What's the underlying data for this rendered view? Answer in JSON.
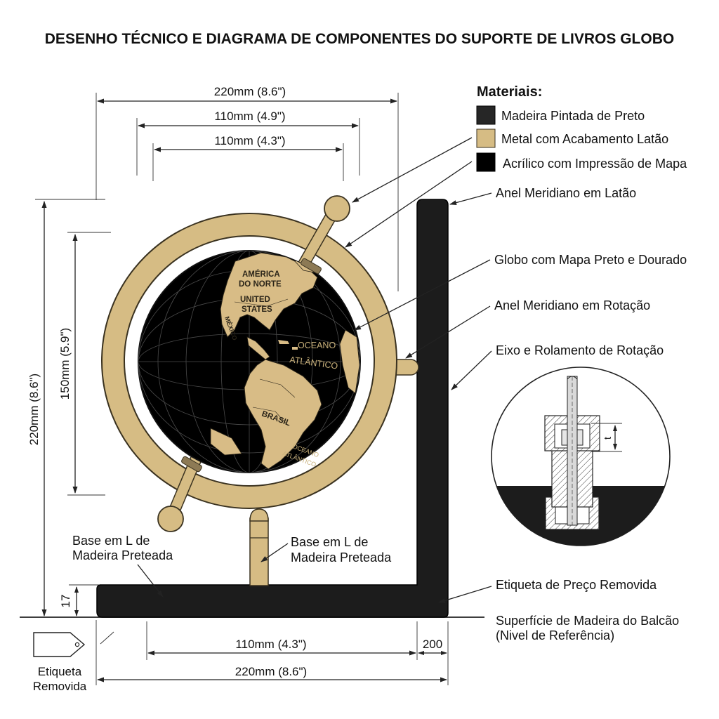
{
  "title": "DESENHO TÉCNICO E DIAGRAMA DE COMPONENTES DO SUPORTE DE LIVROS GLOBO",
  "colors": {
    "wood": "#1c1c1c",
    "brass": "#d6bc84",
    "brass_stroke": "#3a3220",
    "acrylic": "#000000",
    "land": "#d8bc86"
  },
  "dimensions": {
    "top_overall": "220mm (8.6\")",
    "top_mid": "110mm (4.9\")",
    "top_inner": "110mm (4.3\")",
    "left_overall": "220mm (8.6\")",
    "left_globe": "150mm (5.9\")",
    "base_thickness": "17",
    "bottom_inner": "110mm (4.3\")",
    "bottom_overall": "220mm (8.6\")",
    "bottom_right": "200"
  },
  "materials": {
    "heading": "Materiais:",
    "items": [
      {
        "label": "Madeira Pintada de Preto",
        "swatch": "#262626"
      },
      {
        "label": "Metal com Acabamento Latão",
        "swatch": "#d6bc84"
      },
      {
        "label": "Acrílico com Impressão de Mapa",
        "swatch": "#000000"
      }
    ]
  },
  "callouts": {
    "brass_meridian": "Anel Meridiano em Latão",
    "globe_map": "Globo com Mapa Preto e Dourado",
    "rotating_meridian": "Anel Meridiano em Rotação",
    "axle_bearing": "Eixo e Rolamento de Rotação",
    "price_tag": "Etiqueta de Preço Removida",
    "counter_surface_1": "Superfície de Madeira do Balcão",
    "counter_surface_2": "(Nivel de Referência)",
    "base_left_1": "Base em L de",
    "base_left_2": "Madeira Preteada",
    "base_mid_1": "Base em L de",
    "base_mid_2": "Madeira Preteada"
  },
  "tag": {
    "line1": "Etiqueta",
    "line2": "Removida"
  },
  "detail": {
    "dim_letter": "t"
  },
  "map_labels": {
    "america_1": "AMÉRICA",
    "america_2": "DO NORTE",
    "us_1": "UNITED",
    "us_2": "STATES",
    "mexico": "MÉXICO",
    "ocean_1": "OCEANO",
    "ocean_2": "ATLÂNTICO",
    "brasil": "BRASIL",
    "ocean_s_1": "OCEANO",
    "ocean_s_2": "ATLÂNTICO"
  }
}
